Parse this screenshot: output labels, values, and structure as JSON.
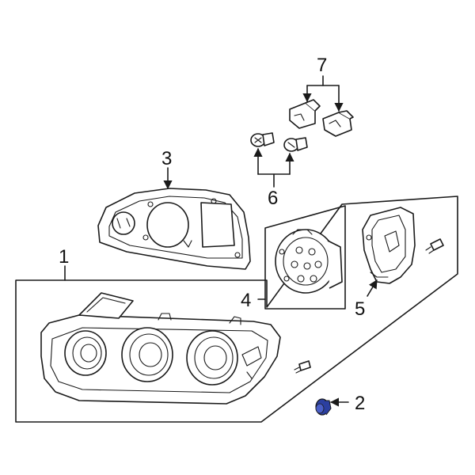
{
  "callouts": {
    "c1": "1",
    "c2": "2",
    "c3": "3",
    "c4": "4",
    "c5": "5",
    "c6": "6",
    "c7": "7"
  },
  "colors": {
    "line": "#1a1a1a",
    "highlight": "#2b3fa0",
    "background": "#ffffff"
  }
}
